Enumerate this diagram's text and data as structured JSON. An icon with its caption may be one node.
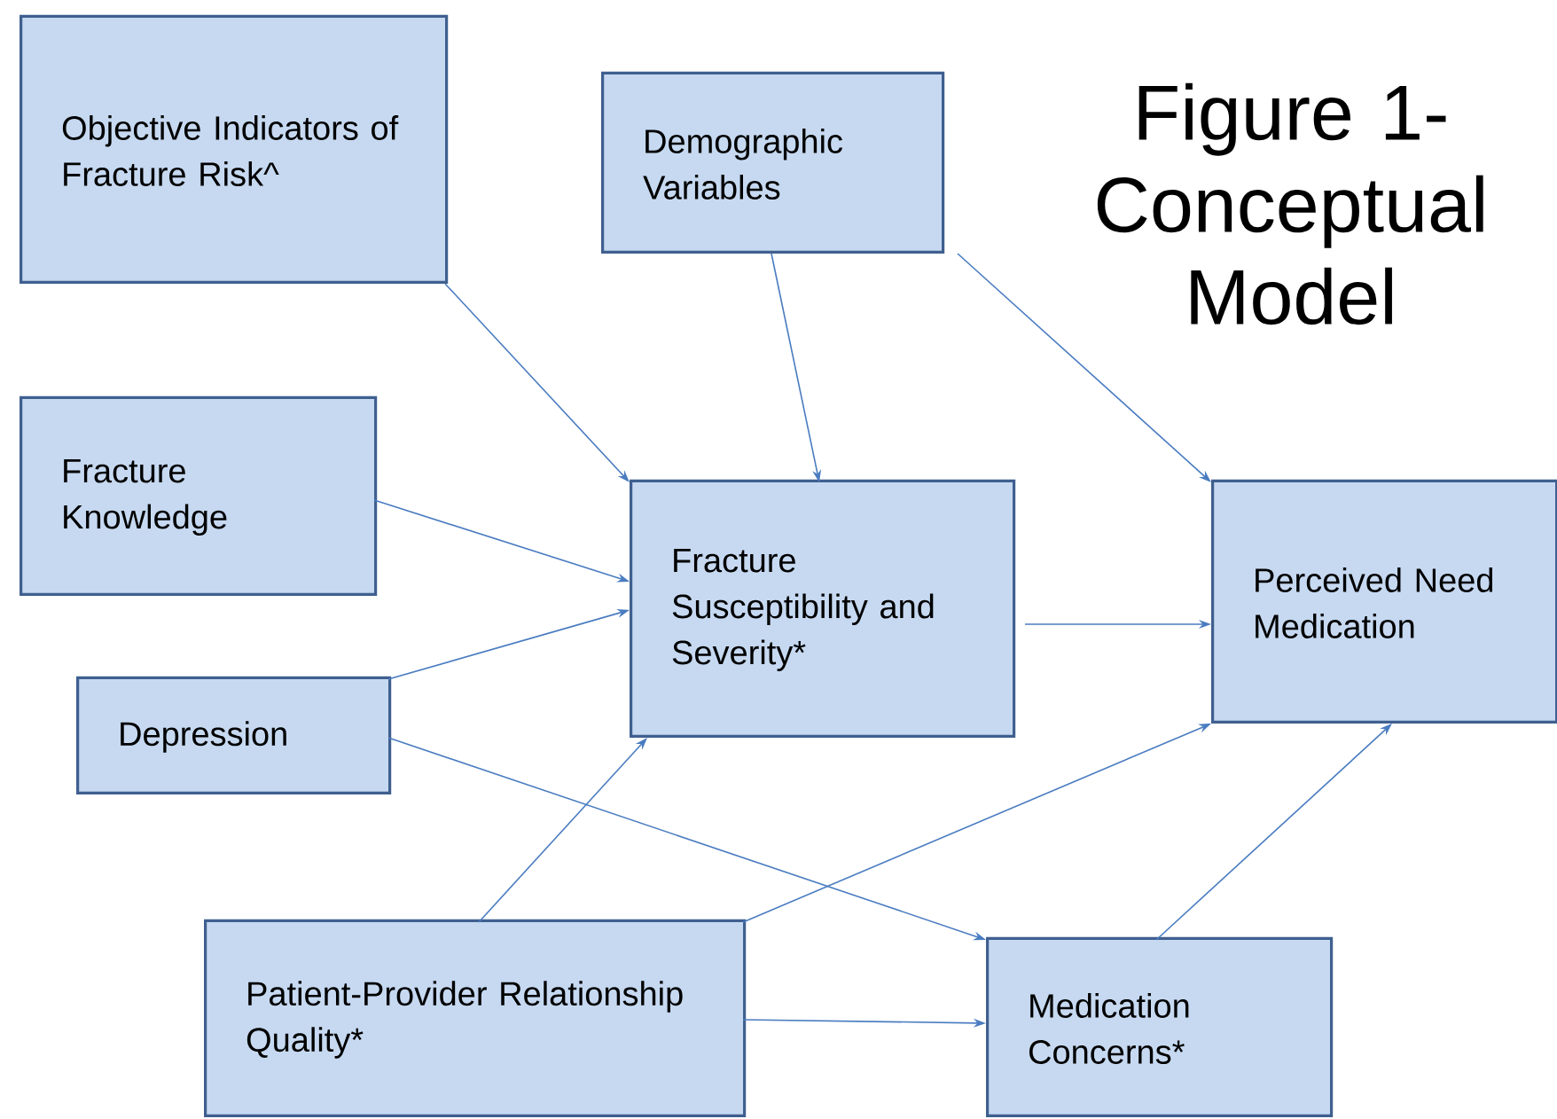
{
  "diagram": {
    "title": "Figure 1- Conceptual Model",
    "nodes": [
      {
        "text": [
          "Objective Indicators of Fracture Risk^"
        ]
      },
      {
        "text": [
          "Demographic Variables"
        ]
      },
      {
        "text": [
          "Fracture Knowledge"
        ]
      },
      {
        "text": [
          "Fracture Susceptibility and Severity*"
        ]
      },
      {
        "text": [
          "Perceived Need Medication"
        ]
      },
      {
        "text": [
          "Depression"
        ]
      },
      {
        "text": [
          "Patient-Provider Relationship Quality*"
        ]
      },
      {
        "text": [
          "Medication Concerns*"
        ]
      }
    ],
    "edges": [
      {
        "from": 0,
        "to": 3,
        "arrow": "to"
      },
      {
        "from": 1,
        "to": 3,
        "arrow": "to"
      },
      {
        "from": 1,
        "to": 4,
        "arrow": "to"
      },
      {
        "from": 2,
        "to": 3,
        "arrow": "to"
      },
      {
        "from": 5,
        "to": 3,
        "arrow": "to"
      },
      {
        "from": 5,
        "to": 7,
        "arrow": "to"
      },
      {
        "from": 6,
        "to": 3,
        "arrow": "to"
      },
      {
        "from": 6,
        "to": 4,
        "arrow": "to"
      },
      {
        "from": 3,
        "to": 4,
        "arrow": "to"
      },
      {
        "from": 7,
        "to": 4,
        "arrow": "to"
      },
      {
        "from": 6,
        "to": 7,
        "arrow": "to"
      }
    ]
  }
}
